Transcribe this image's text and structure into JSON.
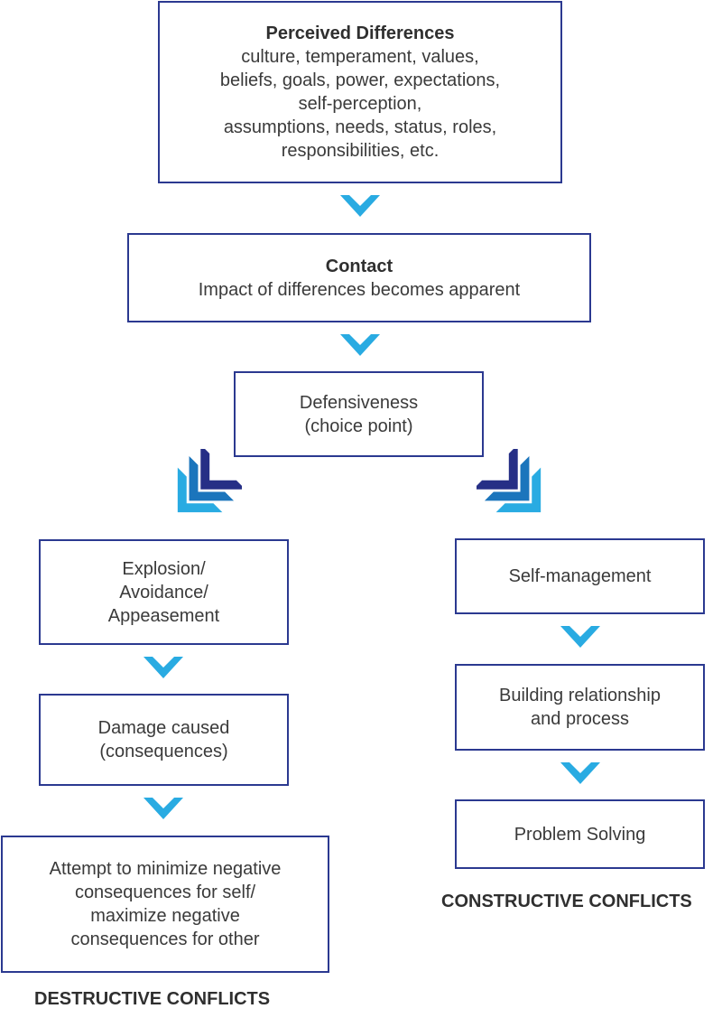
{
  "colors": {
    "border": "#2b3990",
    "arrow_light": "#29abe2",
    "arrow_mid": "#1b75bc",
    "arrow_dark": "#262f86"
  },
  "nodes": {
    "perceived": {
      "title": "Perceived Differences",
      "lines": [
        "culture, temperament, values,",
        "beliefs, goals, power, expectations,",
        "self-perception,",
        "assumptions, needs, status, roles,",
        "responsibilities, etc."
      ]
    },
    "contact": {
      "title": "Contact",
      "lines": [
        "Impact of differences becomes apparent"
      ]
    },
    "defensiveness": {
      "lines": [
        "Defensiveness",
        "(choice point)"
      ]
    },
    "explosion": {
      "lines": [
        "Explosion/",
        "Avoidance/",
        "Appeasement"
      ]
    },
    "damage": {
      "lines": [
        "Damage caused",
        "(consequences)"
      ]
    },
    "attempt": {
      "lines": [
        "Attempt to minimize negative",
        "consequences for self/",
        "maximize negative",
        "consequences for other"
      ]
    },
    "self_management": {
      "lines": [
        "Self-management"
      ]
    },
    "building": {
      "lines": [
        "Building relationship",
        "and process"
      ]
    },
    "problem_solving": {
      "lines": [
        "Problem Solving"
      ]
    }
  },
  "labels": {
    "destructive": "DESTRUCTIVE CONFLICTS",
    "constructive": "CONSTRUCTIVE CONFLICTS"
  },
  "icons": {
    "down_arrow": "chevron-down-icon",
    "branch_left": "triple-chevron-down-left-icon",
    "branch_right": "triple-chevron-down-right-icon"
  }
}
